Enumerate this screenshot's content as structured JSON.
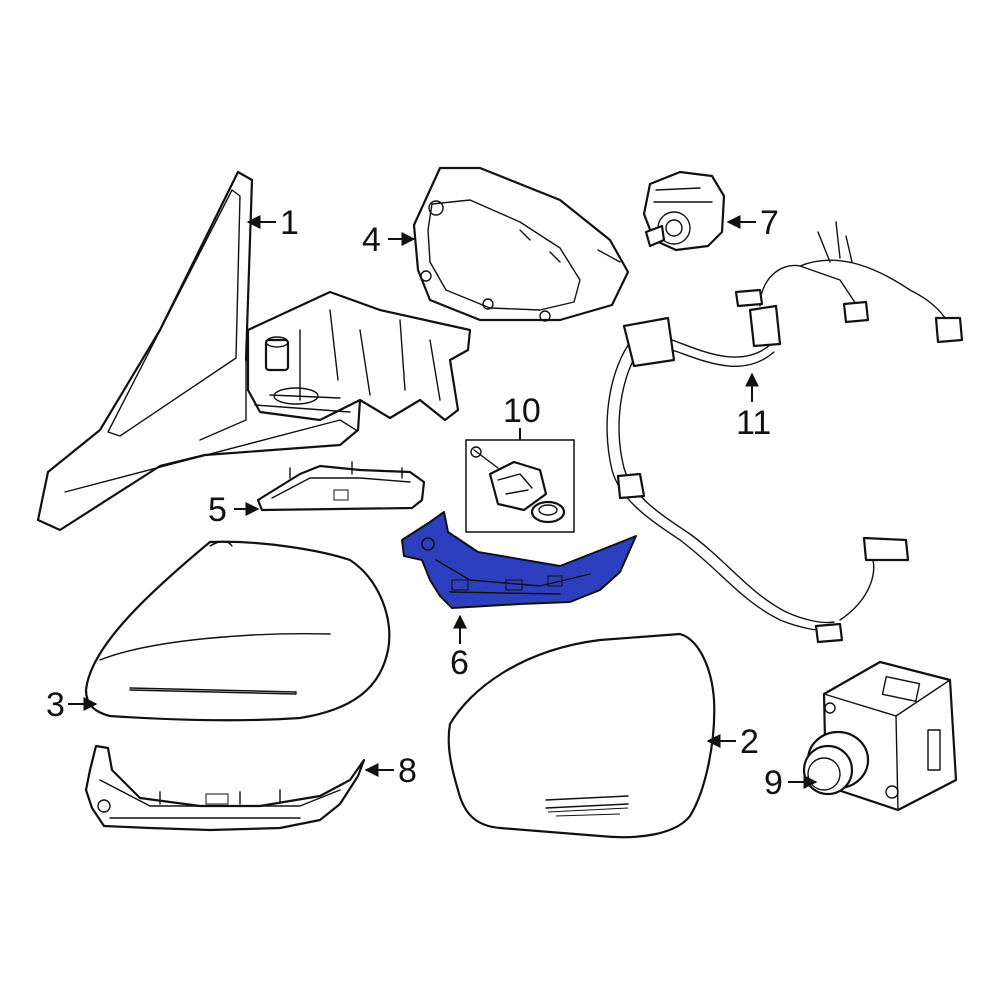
{
  "colors": {
    "highlight": "#2b3fbf",
    "line": "#111111",
    "background": "#ffffff"
  },
  "callouts": {
    "c1": "1",
    "c2": "2",
    "c3": "3",
    "c4": "4",
    "c5": "5",
    "c6": "6",
    "c7": "7",
    "c8": "8",
    "c9": "9",
    "c10": "10",
    "c11": "11"
  },
  "highlighted_part": "6"
}
